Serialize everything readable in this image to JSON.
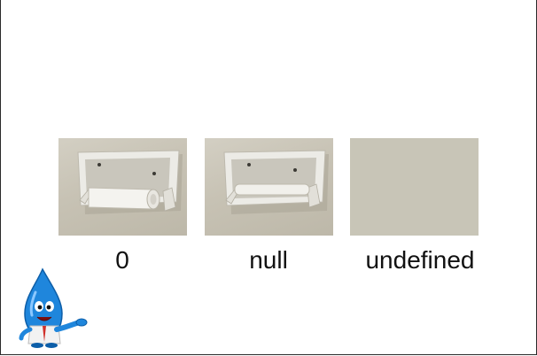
{
  "panels": [
    {
      "label": "0",
      "image": "toilet-paper-holder-with-empty-roll"
    },
    {
      "label": "null",
      "image": "toilet-paper-holder-without-roll"
    },
    {
      "label": "undefined",
      "image": "bare-wall-no-holder"
    }
  ],
  "mascot": {
    "icon": "blue-droplet-mascot-icon"
  },
  "colors": {
    "wall": "#c7c2b4",
    "holder": "#e9e7e1",
    "text": "#111111",
    "mascot_blue": "#1e7fd6"
  }
}
